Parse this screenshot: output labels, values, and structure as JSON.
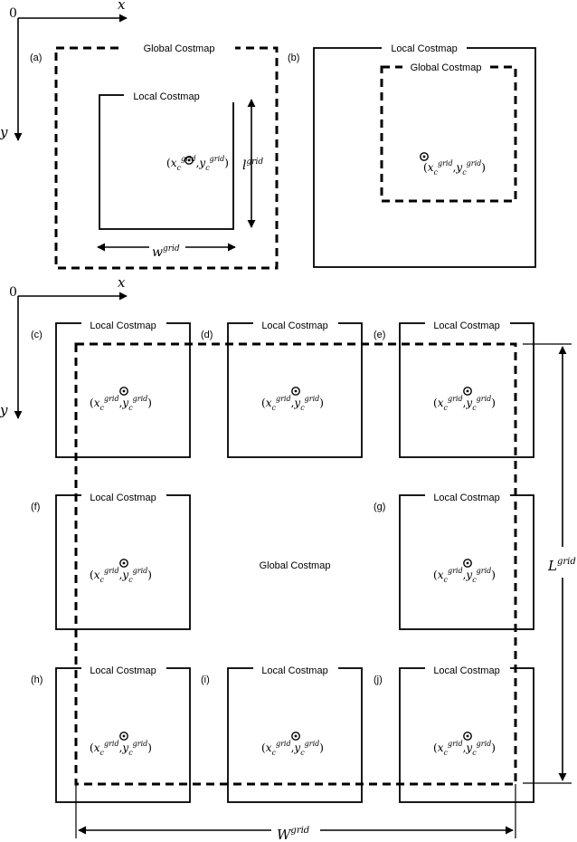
{
  "axes": {
    "origin": "0",
    "x_label": "x",
    "y_label": "y"
  },
  "panels": {
    "a": {
      "tag": "(a)",
      "outer_title": "Global Costmap",
      "inner_title": "Local Costmap"
    },
    "b": {
      "tag": "(b)",
      "outer_title": "Local Costmap",
      "inner_title": "Global Costmap"
    },
    "grid_tags": [
      "(c)",
      "(d)",
      "(e)",
      "(f)",
      "(g)",
      "(h)",
      "(i)",
      "(j)"
    ],
    "local_title": "Local Costmap",
    "global_label": "Global Costmap"
  },
  "math": {
    "x_sym": "x",
    "y_sym": "y",
    "c_sub": "c",
    "grid_sup": "grid",
    "l_sym": "l",
    "w_sym": "w",
    "L_sym": "L",
    "W_sym": "W",
    "open_paren": "(",
    "comma": ",",
    "close_paren": ")"
  }
}
